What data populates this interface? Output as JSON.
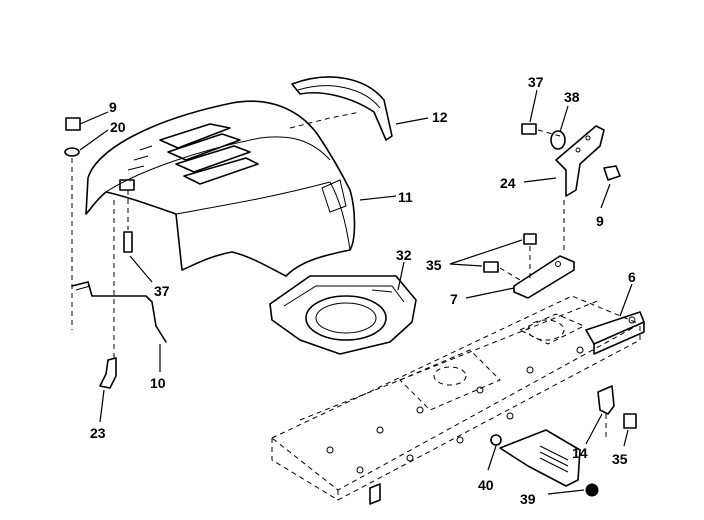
{
  "diagram": {
    "callouts": {
      "c9a": "9",
      "c20": "20",
      "c37a": "37",
      "c10": "10",
      "c23": "23",
      "c12": "12",
      "c11": "11",
      "c32": "32",
      "c37b": "37",
      "c38": "38",
      "c24": "24",
      "c9b": "9",
      "c35a": "35",
      "c7": "7",
      "c6": "6",
      "c14": "14",
      "c35b": "35",
      "c40": "40",
      "c39": "39"
    }
  }
}
